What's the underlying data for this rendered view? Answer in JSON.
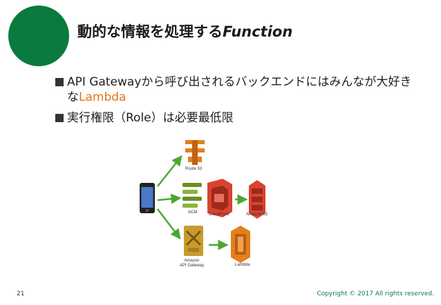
{
  "slide": {
    "title_main": "動的な情報を処理する",
    "title_fn": "Function",
    "page_number": "21",
    "copyright": "Copyright © 2017 All rights reserved."
  },
  "bullets": [
    {
      "text_a": "API Gatewayから呼び出されるバックエンドにはみんなが大好きな",
      "text_b": "Lambda"
    },
    {
      "text_a": "実行権限（Role）は必要最低限",
      "text_b": ""
    }
  ],
  "diagram": {
    "labels": {
      "route53": "Route 53",
      "acm": "ACM",
      "cloudfront": "CloudFront",
      "s3": "Amazon S3",
      "apigw_line1": "Amazon",
      "apigw_line2": "API Gateway",
      "lambda": "Lambda"
    },
    "icons": [
      "smartphone-icon",
      "route53-icon",
      "acm-icon",
      "cloudfront-icon",
      "s3-icon",
      "api-gateway-icon",
      "lambda-icon"
    ]
  },
  "colors": {
    "brand_green": "#0b7a3e",
    "arrow_green": "#4aa832",
    "aws_orange": "#e47f1a",
    "aws_red": "#d9432f",
    "aws_green": "#6b8e23",
    "api_gold": "#c99a2e"
  }
}
